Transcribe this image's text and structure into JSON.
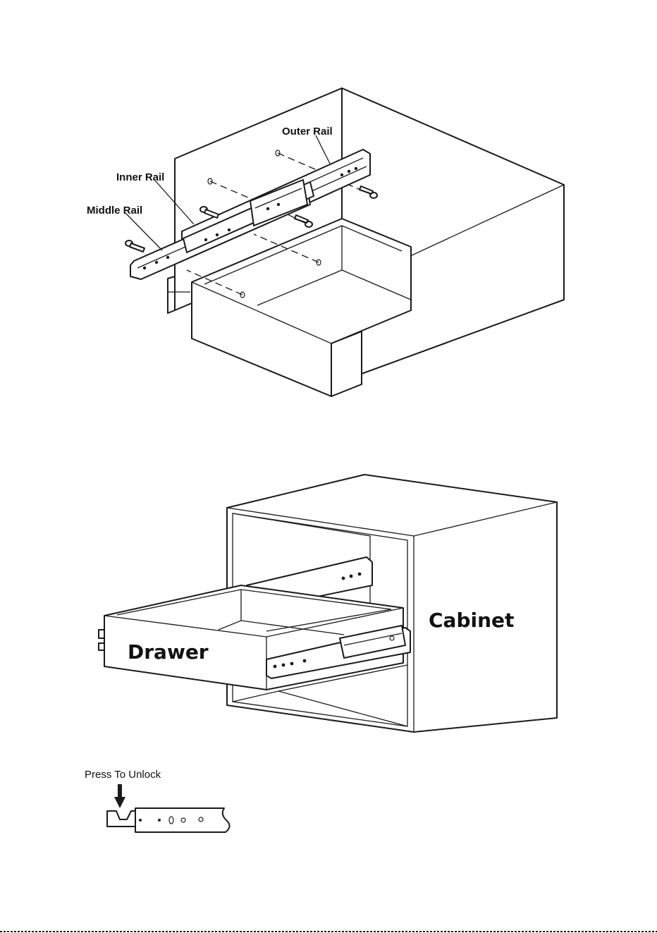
{
  "labels": {
    "outer_rail": "Outer Rail",
    "inner_rail": "Inner Rail",
    "middle_rail": "Middle Rail",
    "drawer": "Drawer",
    "cabinet": "Cabinet",
    "press_to_unlock": "Press To Unlock"
  },
  "colors": {
    "line": "#1a1a1a",
    "background": "#ffffff"
  },
  "icons": [
    "screw-icon",
    "arrow-down-icon"
  ]
}
